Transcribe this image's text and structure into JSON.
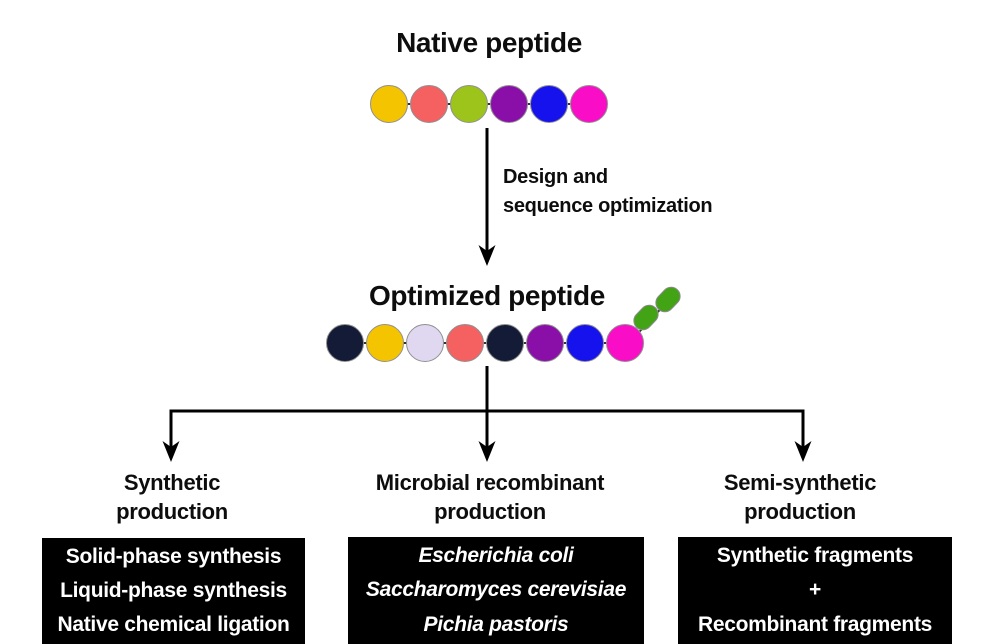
{
  "native": {
    "title": "Native peptide",
    "beads": [
      "#F5C400",
      "#F56060",
      "#9CC41B",
      "#8A0FA8",
      "#1612EE",
      "#FA0DC7"
    ]
  },
  "transition": {
    "label_line1": "Design and",
    "label_line2": "sequence optimization"
  },
  "optimized": {
    "title": "Optimized peptide",
    "beads": [
      "#131B36",
      "#F5C400",
      "#DFD8F0",
      "#F56060",
      "#131B36",
      "#8A0FA8",
      "#1612EE",
      "#FA0DC7"
    ],
    "tag_beads": [
      "#42A314",
      "#42A314"
    ]
  },
  "branches": [
    {
      "title_lines": [
        "Synthetic",
        "production"
      ],
      "items": [
        "Solid-phase synthesis",
        "Liquid-phase synthesis",
        "Native chemical ligation"
      ]
    },
    {
      "title_lines": [
        "Microbial recombinant",
        "production"
      ],
      "items": [
        "Escherichia coli",
        "Saccharomyces cerevisiae",
        "Pichia pastoris"
      ]
    },
    {
      "title_lines": [
        "Semi-synthetic",
        "production"
      ],
      "items": [
        "Synthetic fragments",
        "+",
        "Recombinant fragments"
      ]
    }
  ],
  "colors": {
    "arrow": "#000000",
    "chain_link": "#333333",
    "bead_border": "#909090",
    "box_bg": "#000000",
    "box_text": "#ffffff"
  }
}
